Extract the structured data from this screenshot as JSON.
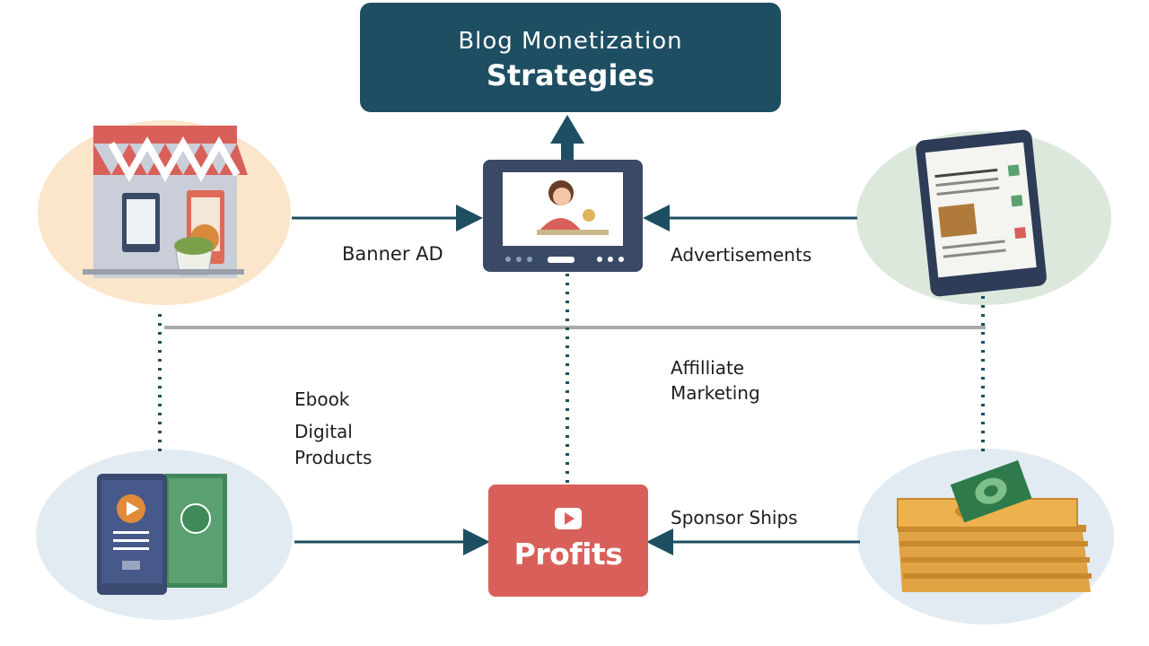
{
  "title": {
    "line1": "Blog Monetization",
    "line2": "Strategies"
  },
  "labels": {
    "banner_ad": "Banner AD",
    "advertisements": "Advertisements",
    "affiliate_1": "Affilliate",
    "affiliate_2": "Marketing",
    "ebook": "Ebook",
    "digital_1": "Digital",
    "digital_2": "Products",
    "sponsorships": "Sponsor Ships"
  },
  "center": {
    "label": "Profits"
  },
  "colors": {
    "title_bg": "#1e4e62",
    "profits_bg": "#d9605a",
    "connector": "#1e4e62",
    "divider": "#a8aaaa",
    "oval_tl": "#fbe6cc",
    "oval_tr": "#dde8dc",
    "oval_bl": "#e2ebf2",
    "oval_br": "#e2ebf2"
  },
  "icons": {
    "top_left": "storefront-icon",
    "top_right": "tablet-article-icon",
    "bottom_left": "ebook-digital-products-icon",
    "bottom_right": "money-stack-icon",
    "top_center": "monitor-video-icon",
    "center_play": "play-icon"
  }
}
